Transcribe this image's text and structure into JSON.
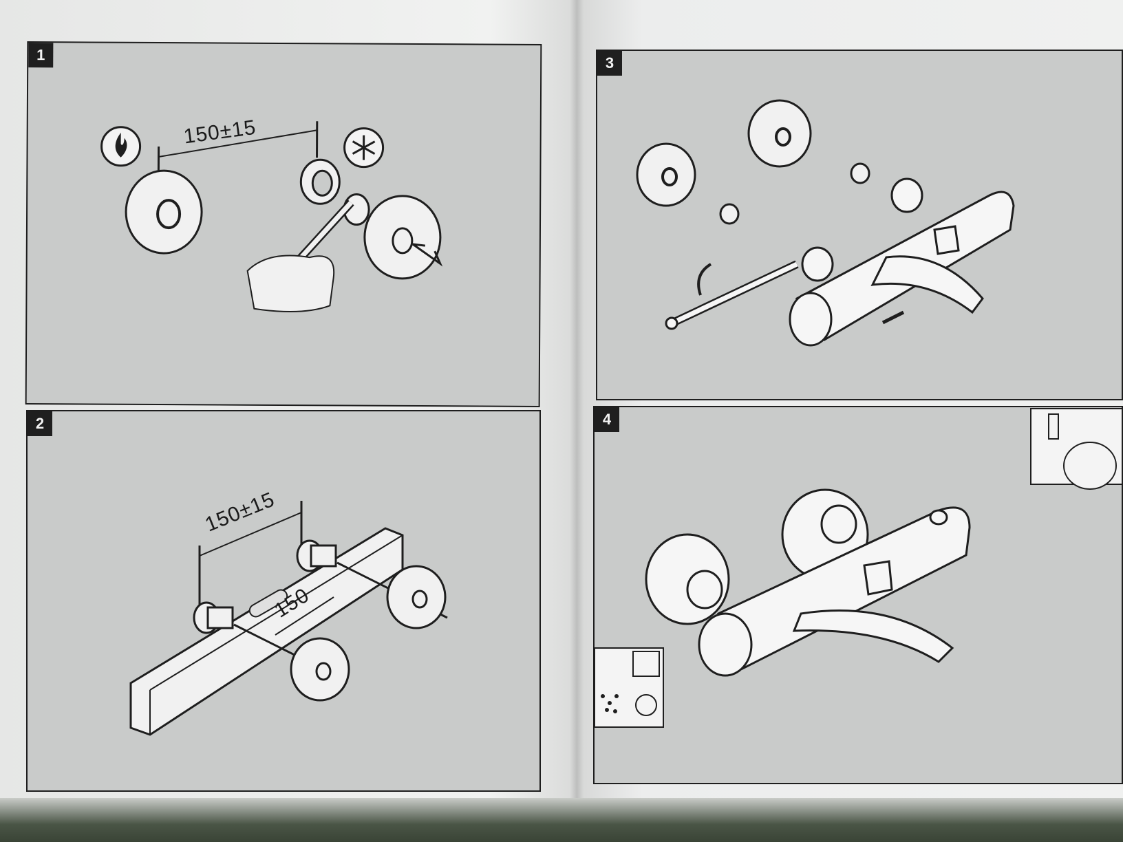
{
  "manual": {
    "steps": [
      {
        "number": "1",
        "dimension": "150±15",
        "icons": [
          "flame-icon",
          "snowflake-icon"
        ]
      },
      {
        "number": "2",
        "dimension": "150±15",
        "secondary_dimension": "150"
      },
      {
        "number": "3"
      },
      {
        "number": "4"
      }
    ]
  },
  "colors": {
    "panel_bg": "#c9cbca",
    "line": "#1e1e1e",
    "badge_bg": "#1f1f1f",
    "page_bg": "#eceded"
  }
}
